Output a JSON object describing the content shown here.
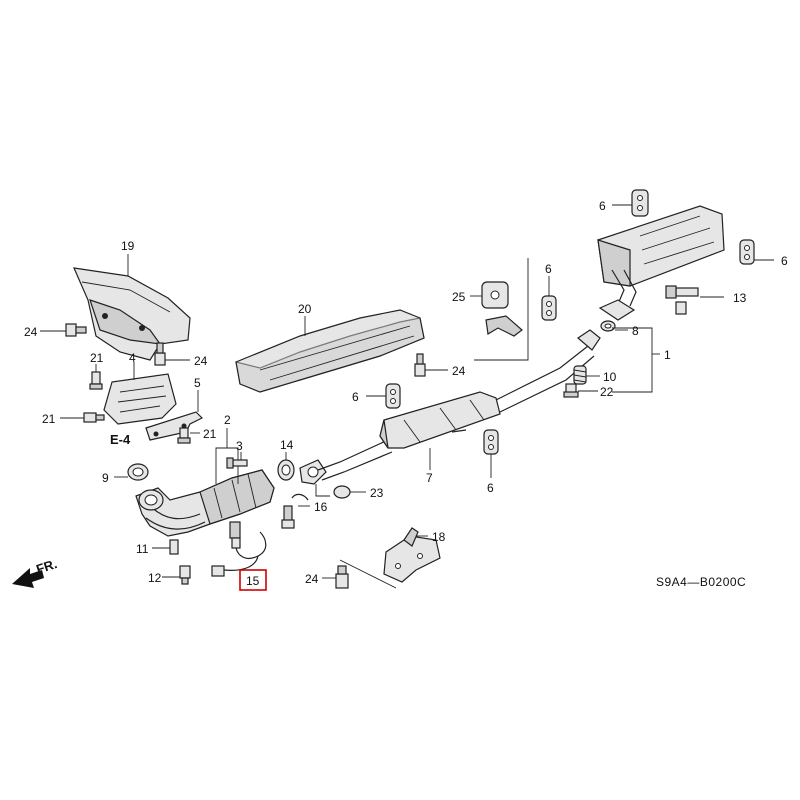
{
  "diagram": {
    "code": "S9A4—B0200C",
    "reference": "E-4",
    "direction": "FR.",
    "highlighted_part": "15",
    "highlight_color": "#d10000"
  },
  "labels": {
    "p1": "1",
    "p2": "2",
    "p3": "3",
    "p4": "4",
    "p5": "5",
    "p6a": "6",
    "p6b": "6",
    "p6c": "6",
    "p6d": "6",
    "p6e": "6",
    "p7": "7",
    "p8": "8",
    "p9": "9",
    "p10": "10",
    "p11": "11",
    "p12": "12",
    "p13": "13",
    "p14": "14",
    "p15": "15",
    "p16": "16",
    "p18": "18",
    "p19": "19",
    "p20": "20",
    "p21a": "21",
    "p21b": "21",
    "p21c": "21",
    "p22": "22",
    "p23": "23",
    "p24a": "24",
    "p24b": "24",
    "p24c": "24",
    "p24d": "24",
    "p25": "25"
  },
  "icons": [
    "arrow-front-icon"
  ]
}
